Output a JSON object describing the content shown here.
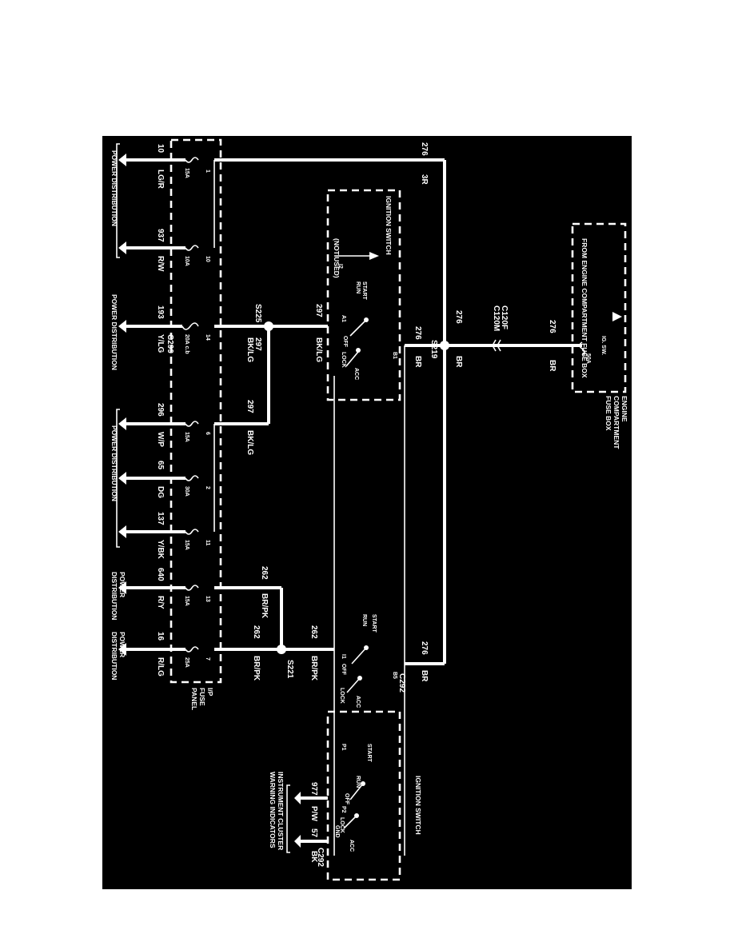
{
  "diagram": {
    "boxes": {
      "engine_fuse_box_from": "FROM ENGINE COMPARTMENT FUSE BOX",
      "engine_fuse_box_title_1": "ENGINE",
      "engine_fuse_box_title_2": "COMPARTMENT",
      "engine_fuse_box_title_3": "FUSE BOX",
      "fuse_ig_sw": "IG. SW.",
      "fuse_50a": "50A",
      "ignition_switch_top": "IGNITION SWITCH",
      "ignition_switch_bottom": "IGNITION SWITCH",
      "ip_fuse_panel_1": "I/P",
      "ip_fuse_panel_2": "FUSE",
      "ip_fuse_panel_3": "PANEL"
    },
    "wires": {
      "c276": "276",
      "br": "BR",
      "br_faded": "3R",
      "c297": "297",
      "bk_lg": "BK/LG",
      "c262": "262",
      "br_pk": "BR/PK"
    },
    "connectors": {
      "c120f": "C120F",
      "c120m": "C120M",
      "s219": "S219",
      "s225": "S225",
      "s221": "S221",
      "c292": "C292",
      "c292b": "C292",
      "c299": "C299"
    },
    "pins": {
      "i2": "I2",
      "a1": "A1",
      "b1": "B1",
      "b5": "B5",
      "i1": "I1",
      "p1": "P1",
      "p2": "P2",
      "not_used": "(NOT USED)"
    },
    "switch_positions": {
      "start": "START",
      "run": "RUN",
      "off": "OFF",
      "lock": "LOCK",
      "acc": "ACC",
      "gnd": "GND"
    },
    "fuses": [
      {
        "num": "1",
        "amp": "15A",
        "circuit": "10",
        "color": "LG/R"
      },
      {
        "num": "10",
        "amp": "10A",
        "circuit": "937",
        "color": "R/W"
      },
      {
        "num": "14",
        "amp": "20A c.b",
        "circuit": "193",
        "color": "Y/LG"
      },
      {
        "num": "6",
        "amp": "15A",
        "circuit": "296",
        "color": "W/P"
      },
      {
        "num": "2",
        "amp": "30A",
        "circuit": "65",
        "color": "DG"
      },
      {
        "num": "11",
        "amp": "15A",
        "circuit": "137",
        "color": "Y/BK"
      },
      {
        "num": "13",
        "amp": "15A",
        "circuit": "640",
        "color": "R/Y"
      },
      {
        "num": "7",
        "amp": "25A",
        "circuit": "16",
        "color": "R/LG"
      }
    ],
    "outputs": {
      "c977": "977",
      "pw": "P/W",
      "c57": "57",
      "bk": "BK"
    },
    "labels": {
      "power_distribution": "POWER DISTRIBUTION",
      "power": "POWER",
      "distribution": "DISTRIBUTION",
      "instrument_cluster_1": "INSTRUMENT CLUSTER",
      "instrument_cluster_2": "WARNING INDICATORS"
    }
  }
}
